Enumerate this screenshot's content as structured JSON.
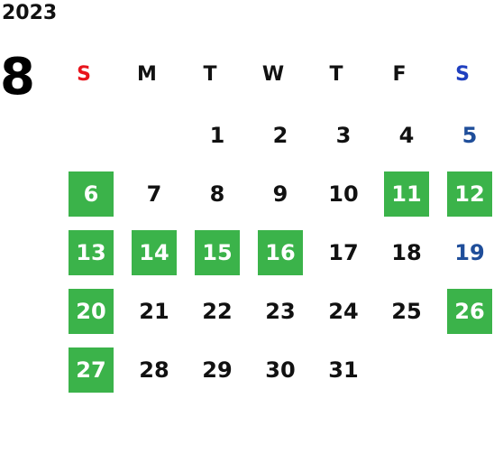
{
  "year": "2023",
  "month": "8",
  "colors": {
    "holiday_bg": "#3bb34a",
    "holiday_text": "#ffffff",
    "sunday_header": "#e8141c",
    "saturday_header": "#1f3fbf",
    "saturday_date": "#1f4e9a",
    "default_text": "#111111"
  },
  "weekdays": [
    "S",
    "M",
    "T",
    "W",
    "T",
    "F",
    "S"
  ],
  "weeks": [
    [
      null,
      null,
      {
        "day": "1"
      },
      {
        "day": "2"
      },
      {
        "day": "3"
      },
      {
        "day": "4"
      },
      {
        "day": "5",
        "saturday": true
      }
    ],
    [
      {
        "day": "6",
        "holiday": true
      },
      {
        "day": "7"
      },
      {
        "day": "8"
      },
      {
        "day": "9"
      },
      {
        "day": "10"
      },
      {
        "day": "11",
        "holiday": true
      },
      {
        "day": "12",
        "holiday": true
      }
    ],
    [
      {
        "day": "13",
        "holiday": true
      },
      {
        "day": "14",
        "holiday": true
      },
      {
        "day": "15",
        "holiday": true
      },
      {
        "day": "16",
        "holiday": true
      },
      {
        "day": "17"
      },
      {
        "day": "18"
      },
      {
        "day": "19",
        "saturday": true
      }
    ],
    [
      {
        "day": "20",
        "holiday": true
      },
      {
        "day": "21"
      },
      {
        "day": "22"
      },
      {
        "day": "23"
      },
      {
        "day": "24"
      },
      {
        "day": "25"
      },
      {
        "day": "26",
        "holiday": true
      }
    ],
    [
      {
        "day": "27",
        "holiday": true
      },
      {
        "day": "28"
      },
      {
        "day": "29"
      },
      {
        "day": "30"
      },
      {
        "day": "31"
      },
      null,
      null
    ]
  ]
}
